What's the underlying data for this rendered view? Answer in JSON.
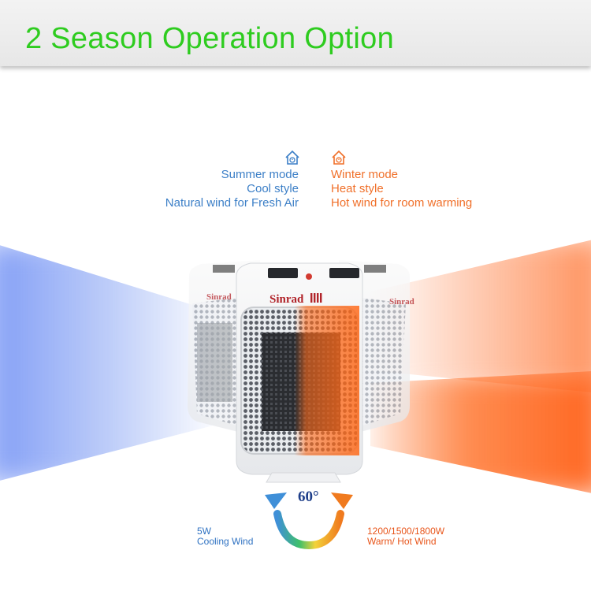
{
  "title": "2 Season Operation Option",
  "summer": {
    "icon": "house-thermometer-icon",
    "lines": [
      "Summer mode",
      "Cool style",
      "Natural wind for Fresh Air"
    ],
    "color": "#3c7fc7"
  },
  "winter": {
    "icon": "house-thermometer-icon",
    "lines": [
      "Winter mode",
      "Heat style",
      "Hot wind for room warming"
    ],
    "color": "#f0702a"
  },
  "brand": "Sinrad",
  "rotation_label": "60°",
  "cooling": {
    "power": "5W",
    "label": "Cooling Wind"
  },
  "heating": {
    "power": "1200/1500/1800W",
    "label": "Warm/ Hot Wind"
  },
  "colors": {
    "title": "#2ecc1f",
    "cool": "#3c7fc7",
    "warm": "#f0702a"
  }
}
